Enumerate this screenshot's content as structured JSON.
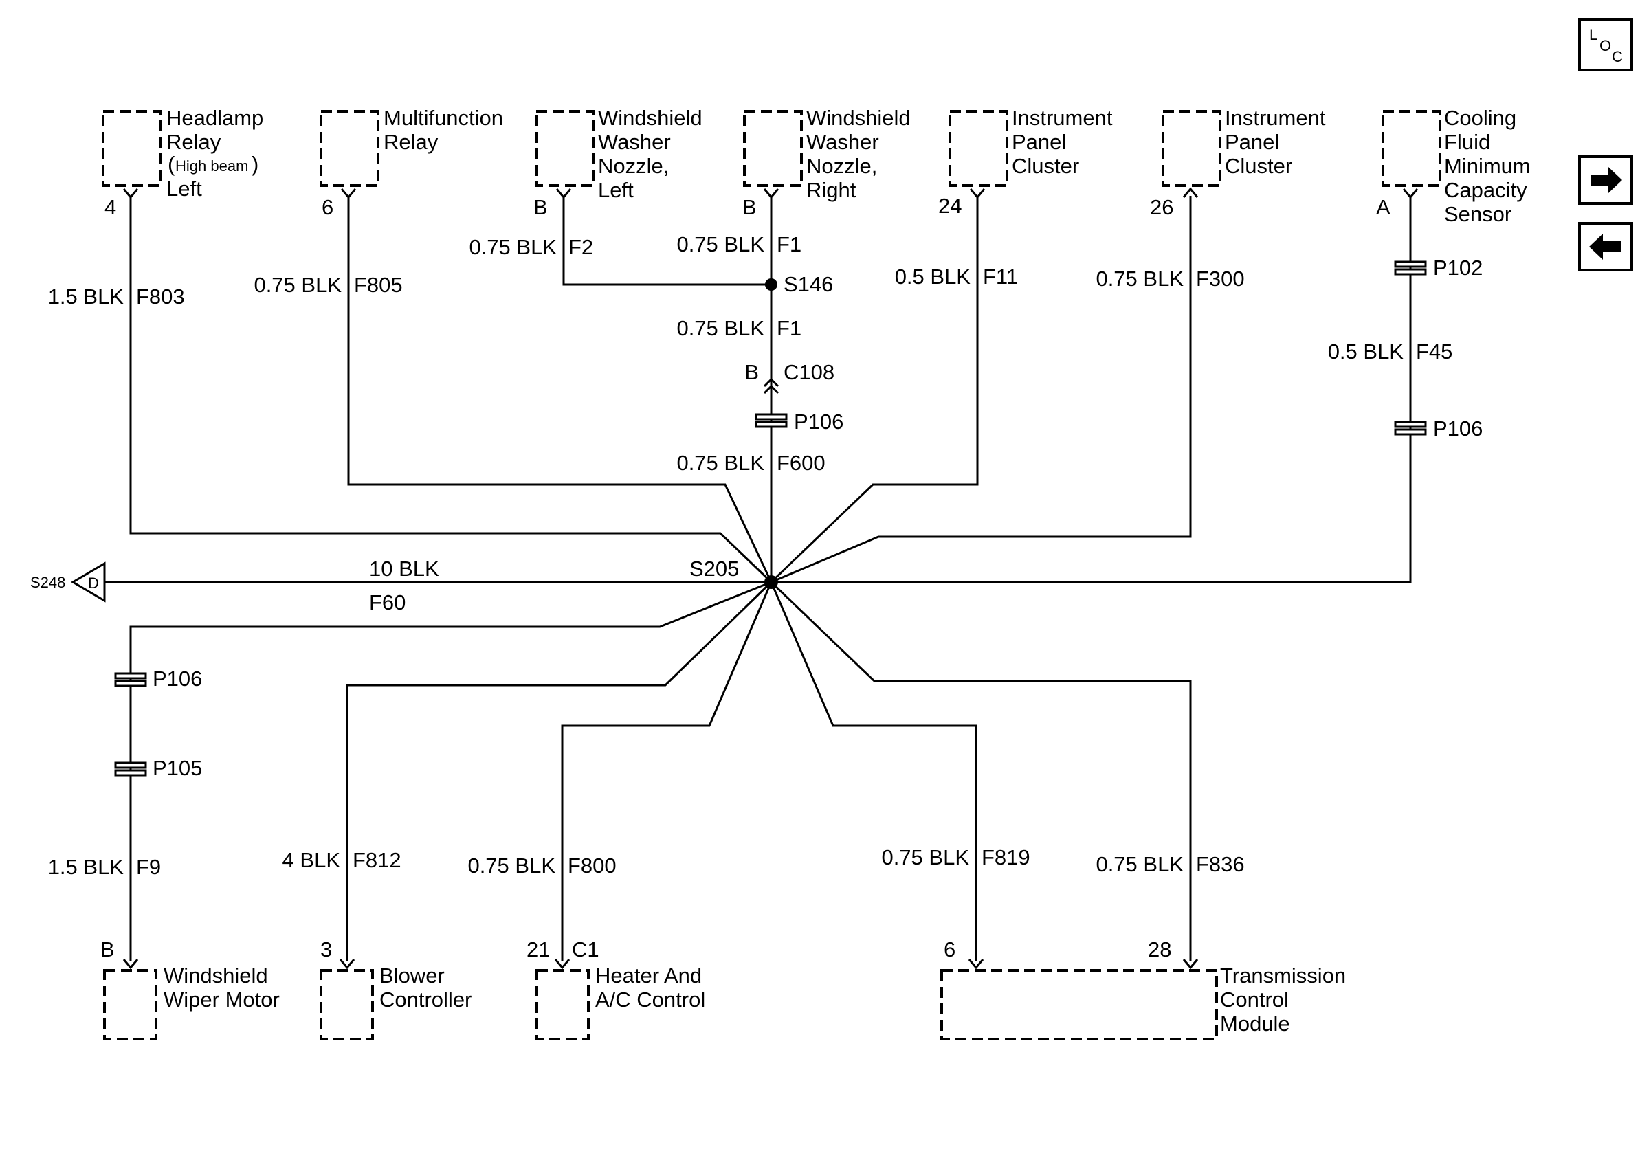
{
  "nav": {
    "loc_label": "LOC",
    "next_icon": "arrow-right-icon",
    "prev_icon": "arrow-left-icon"
  },
  "components": {
    "headlamp_relay": {
      "line1": "Headlamp",
      "line2": "Relay",
      "paren_open": "(",
      "sub": "High beam",
      "paren_close": ")",
      "line4": "Left",
      "pin": "4"
    },
    "multifunction_relay": {
      "line1": "Multifunction",
      "line2": "Relay",
      "pin": "6"
    },
    "washer_nozzle_left": {
      "line1": "Windshield",
      "line2": "Washer",
      "line3": "Nozzle,",
      "line4": "Left",
      "pin": "B"
    },
    "washer_nozzle_right": {
      "line1": "Windshield",
      "line2": "Washer",
      "line3": "Nozzle,",
      "line4": "Right",
      "pin": "B"
    },
    "ipc_24": {
      "line1": "Instrument",
      "line2": "Panel",
      "line3": "Cluster",
      "pin": "24"
    },
    "ipc_26": {
      "line1": "Instrument",
      "line2": "Panel",
      "line3": "Cluster",
      "pin": "26"
    },
    "coolant_sensor": {
      "line1": "Cooling",
      "line2": "Fluid",
      "line3": "Minimum",
      "line4": "Capacity",
      "line5": "Sensor",
      "pin": "A"
    },
    "wiper_motor": {
      "line1": "Windshield",
      "line2": "Wiper Motor",
      "pin": "B"
    },
    "blower_controller": {
      "line1": "Blower",
      "line2": "Controller",
      "pin": "3"
    },
    "hvac_control": {
      "line1": "Heater And",
      "line2": "A/C Control",
      "pin": "21",
      "connector": "C1"
    },
    "tcm": {
      "line1": "Transmission",
      "line2": "Control",
      "line3": "Module",
      "pin_a": "6",
      "pin_b": "28"
    }
  },
  "wires": {
    "f803": {
      "gauge": "1.5 BLK",
      "circuit": "F803"
    },
    "f805": {
      "gauge": "0.75 BLK",
      "circuit": "F805"
    },
    "f2": {
      "gauge": "0.75 BLK",
      "circuit": "F2"
    },
    "f1_upper": {
      "gauge": "0.75 BLK",
      "circuit": "F1"
    },
    "f1_lower": {
      "gauge": "0.75 BLK",
      "circuit": "F1"
    },
    "f600": {
      "gauge": "0.75 BLK",
      "circuit": "F600"
    },
    "f11": {
      "gauge": "0.5 BLK",
      "circuit": "F11"
    },
    "f300": {
      "gauge": "0.75 BLK",
      "circuit": "F300"
    },
    "f45": {
      "gauge": "0.5 BLK",
      "circuit": "F45"
    },
    "f60": {
      "gauge": "10 BLK",
      "circuit": "F60"
    },
    "f9": {
      "gauge": "1.5 BLK",
      "circuit": "F9"
    },
    "f812": {
      "gauge": "4 BLK",
      "circuit": "F812"
    },
    "f800": {
      "gauge": "0.75 BLK",
      "circuit": "F800"
    },
    "f819": {
      "gauge": "0.75 BLK",
      "circuit": "F819"
    },
    "f836": {
      "gauge": "0.75 BLK",
      "circuit": "F836"
    }
  },
  "splices": {
    "s146": "S146",
    "s205": "S205",
    "s248": "S248",
    "s248_letter": "D"
  },
  "connectors": {
    "c108": {
      "name": "C108",
      "pin": "B"
    },
    "p106_center": "P106",
    "p102": "P102",
    "p106_right": "P106",
    "p106_left": "P106",
    "p105": "P105"
  }
}
